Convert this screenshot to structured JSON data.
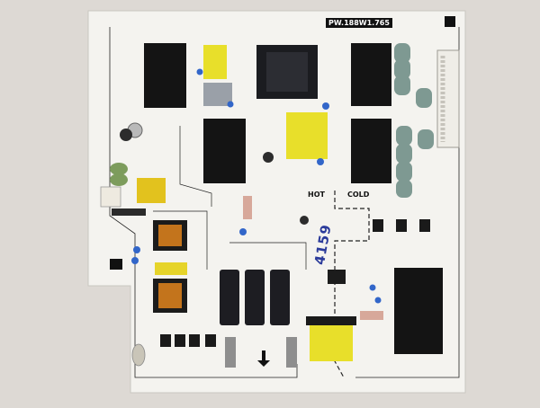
{
  "board": {
    "model_label": "PW.188W1.765",
    "hot_label": "HOT",
    "cold_label": "COLD",
    "handwritten_mark": "4159"
  },
  "colors": {
    "background": "#ddd9d4",
    "pcb": "#f4f3ef",
    "heatsink": "#141414",
    "capacitor_blue": "#7e9992",
    "electrolytic_dark": "#1d1d22",
    "transformer_yellow": "#e8df2a",
    "inductor_copper": "#c3741c",
    "trace_line": "#222222"
  },
  "icons": [
    "heatsink-icon",
    "capacitor-icon",
    "transformer-icon",
    "inductor-icon",
    "diode-icon",
    "connector-icon"
  ]
}
